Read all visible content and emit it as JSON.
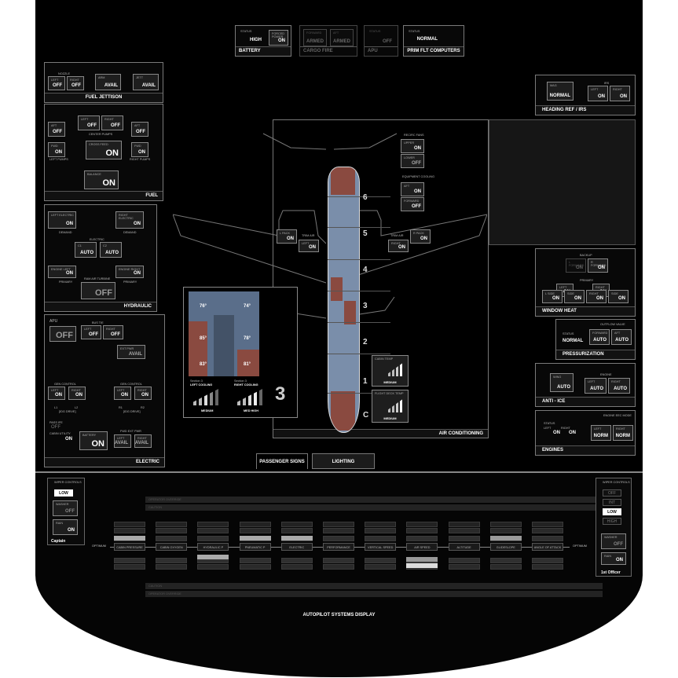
{
  "top": {
    "battery": {
      "title": "BATTERY",
      "status_label": "STATUS",
      "status_value": "HIGH",
      "forced_label": "FORCED POWER",
      "forced_value": "ON"
    },
    "cargo_fire": {
      "title": "CARGO FIRE",
      "fwd_label": "FORWARD",
      "fwd_value": "ARMED",
      "aft_label": "AFT",
      "aft_value": "ARMED"
    },
    "apu": {
      "title": "APU",
      "status_label": "STATUS",
      "status_value": "OFF"
    },
    "prim": {
      "title": "PRIM FLT COMPUTERS",
      "status_label": "STATUS",
      "status_value": "NORMAL"
    }
  },
  "fuel_jettison": {
    "title": "FUEL JETTISON",
    "nozzle_label": "NOZZLE",
    "left_label": "LEFT",
    "left_value": "OFF",
    "right_label": "RIGHT",
    "right_value": "OFF",
    "arm_label": "ARM",
    "arm_value": "AVAIL",
    "jett_label": "JETT",
    "jett_value": "AVAIL"
  },
  "fuel": {
    "title": "FUEL",
    "aft_l": "AFT",
    "aft_l_val": "OFF",
    "center_left": "LEFT",
    "center_left_val": "OFF",
    "center_right": "RIGHT",
    "center_right_val": "OFF",
    "aft_r": "AFT",
    "aft_r_val": "OFF",
    "center_pumps": "CENTER PUMPS",
    "fwd_l": "FWD",
    "fwd_l_val": "ON",
    "crossfeed": "CROSS FEED",
    "crossfeed_val": "ON",
    "fwd_r": "FWD",
    "fwd_r_val": "ON",
    "left_pumps": "LEFT PUMPS",
    "right_pumps": "RIGHT PUMPS",
    "balance": "BALANCE",
    "balance_val": "ON"
  },
  "hydraulic": {
    "title": "HYDRAULIC",
    "left_electric": "LEFT ELECTRIC",
    "left_electric_val": "ON",
    "right_electric": "RIGHT ELECTRIC",
    "right_electric_val": "ON",
    "demand_l": "DEMAND",
    "demand_r": "DEMAND",
    "electric": "ELECTRIC",
    "c1": "C1",
    "c1_val": "AUTO",
    "c2": "C2",
    "c2_val": "AUTO",
    "engine_left": "ENGINE LEFT",
    "engine_left_val": "ON",
    "engine_right": "ENGINE RIGHT",
    "engine_right_val": "ON",
    "primary_l": "PRIMARY",
    "primary_r": "PRIMARY",
    "ram": "RAM AIR TURBINE",
    "ram_val": "OFF"
  },
  "electric": {
    "title": "ELECTRIC",
    "apu": "APU",
    "apu_val": "OFF",
    "bus_tie": "BUS TIE",
    "left": "LEFT",
    "left_val": "OFF",
    "right": "RIGHT",
    "right_val": "OFF",
    "ext_pwr": "EXT PWR",
    "ext_val": "AVAIL",
    "gen_control_l": "GEN CONTROL",
    "gl_left": "LEFT",
    "gl_left_val": "ON",
    "gl_right": "RIGHT",
    "gl_right_val": "ON",
    "gen_control_r": "GEN CONTROL",
    "gr_left": "LEFT",
    "gr_left_val": "ON",
    "gr_right": "RIGHT",
    "gr_right_val": "ON",
    "drive": "DRIVE",
    "l1": "L1",
    "l2": "L2",
    "r1": "R1",
    "r2": "R2",
    "idg_drive_l": "[IDG DRIVE]",
    "idg_drive_r": "[IDG DRIVE]",
    "pass_ife": "PASS IFE",
    "pass_ife_val": "OFF",
    "cabin_utility": "CABIN UTILITY",
    "cabin_utility_val": "ON",
    "battery": "BATTERY",
    "battery_val": "ON",
    "fwd_ext": "FWD EXT PWR",
    "fwd_left": "LEFT",
    "fwd_left_val": "AVAIL",
    "fwd_right": "RIGHT",
    "fwd_right_val": "AVAIL"
  },
  "ac": {
    "title": "AIR CONDITIONING",
    "recirc": "RECIRC FANS",
    "recirc_upper": "UPPER",
    "recirc_upper_val": "ON",
    "recirc_lower": "LOWER",
    "recirc_lower_val": "OFF",
    "equip": "EQUIPMENT COOLING",
    "equip_aft": "AFT",
    "equip_aft_val": "ON",
    "equip_fwd": "FORWARD",
    "equip_fwd_val": "OFF",
    "l_pack": "L PACK",
    "l_pack_val": "ON",
    "trim_air_l": "TRIM AIR",
    "trim_l": "LEFT",
    "trim_l_val": "ON",
    "trim_air_r": "TRIM AIR",
    "trim_r": "RIGHT",
    "trim_r_val": "ON",
    "r_pack": "R PACK",
    "r_pack_val": "ON",
    "sections": [
      "6",
      "5",
      "4",
      "3",
      "2",
      "1",
      "C"
    ],
    "cabin_temp": "CABIN TEMP",
    "cabin_temp_val": "MEDIUM",
    "flight_deck": "FLIGHT DECK TEMP",
    "flight_deck_val": "MEDIUM"
  },
  "section_detail": {
    "temps": [
      "76°",
      "74°",
      "85°",
      "78°",
      "83°",
      "81°"
    ],
    "left_section": "Section 3",
    "left_label": "LEFT COOLING",
    "left_val": "MEDIUM",
    "right_section": "Section 3",
    "right_label": "RIGHT COOLING",
    "right_val": "MED HIGH",
    "number": "3"
  },
  "heading": {
    "title": "HEADING REF / IRS",
    "mag": "MAG",
    "mag_val": "NORMAL",
    "irs": "IRS",
    "left": "LEFT",
    "left_val": "ON",
    "right": "RIGHT",
    "right_val": "ON"
  },
  "window_heat": {
    "title": "WINDOW HEAT",
    "backup": "BACKUP",
    "l_fwd": "L FORWARD",
    "l_fwd_val": "ON",
    "r_fwd": "R FORWARD",
    "r_fwd_val": "ON",
    "primary": "PRIMARY",
    "l_side": "L SIDE",
    "l_side_val": "ON",
    "left_fwd": "LEFT",
    "left_fwd_val": "ON",
    "right_fwd": "RIGHT",
    "right_fwd_val": "ON",
    "p_l_side": "SIDE",
    "p_l_side_val": "ON",
    "r_side": "SIDE",
    "r_side_val": "ON"
  },
  "pressurization": {
    "title": "PRESSURIZATION",
    "status": "STATUS",
    "status_val": "NORMAL",
    "outflow": "OUTFLOW VALVE",
    "fwd": "FORWARD",
    "fwd_val": "AUTO",
    "aft": "AFT",
    "aft_val": "AUTO"
  },
  "anti_ice": {
    "title": "ANTI - ICE",
    "wing": "WING",
    "wing_val": "AUTO",
    "engine": "ENGINE",
    "left": "LEFT",
    "left_val": "AUTO",
    "right": "RIGHT",
    "right_val": "AUTO"
  },
  "engines": {
    "title": "ENGINES",
    "status": "STATUS",
    "left": "LEFT",
    "left_val": "ON",
    "right": "RIGHT",
    "right_val": "ON",
    "eec": "ENGINE EEC MODE",
    "eec_l": "LEFT",
    "eec_l_val": "NORM",
    "eec_r": "RIGHT",
    "eec_r_val": "NORM"
  },
  "tabs": {
    "passenger": "PASSENGER SIGNS",
    "lighting": "LIGHTING"
  },
  "autopilot": {
    "title": "AUTOPILOT SYSTEMS DISPLAY",
    "operator": "OPERATOR OVERRIDE",
    "caution": "CAUTION",
    "warning": "WARNING",
    "optimum": "OPTIMUM",
    "systems": [
      "CABIN PRESSURE",
      "CABIN OXYGEN",
      "HYDRAULIC P",
      "PNEUMATIC P",
      "ELECTRIC",
      "PERFORMANCE",
      "VERTICAL SPEED",
      "AIR SPEED",
      "ALTITUDE",
      "GLIDESLOPE",
      "ANGLE OF ATTACK"
    ],
    "captain": {
      "title": "Captain",
      "wiper": "WIPER CONTROLS",
      "wiper_val": "LOW",
      "washer": "WASHER",
      "washer_val": "OFF",
      "rain": "RAIN",
      "rain_val": "ON"
    },
    "officer": {
      "title": "1st Officer",
      "wiper": "WIPER CONTROLS",
      "options": [
        "OFF",
        "INT",
        "LOW",
        "HIGH"
      ],
      "selected": "LOW",
      "washer": "WASHER",
      "washer_val": "OFF",
      "rain": "RAIN",
      "rain_val": "ON"
    }
  }
}
